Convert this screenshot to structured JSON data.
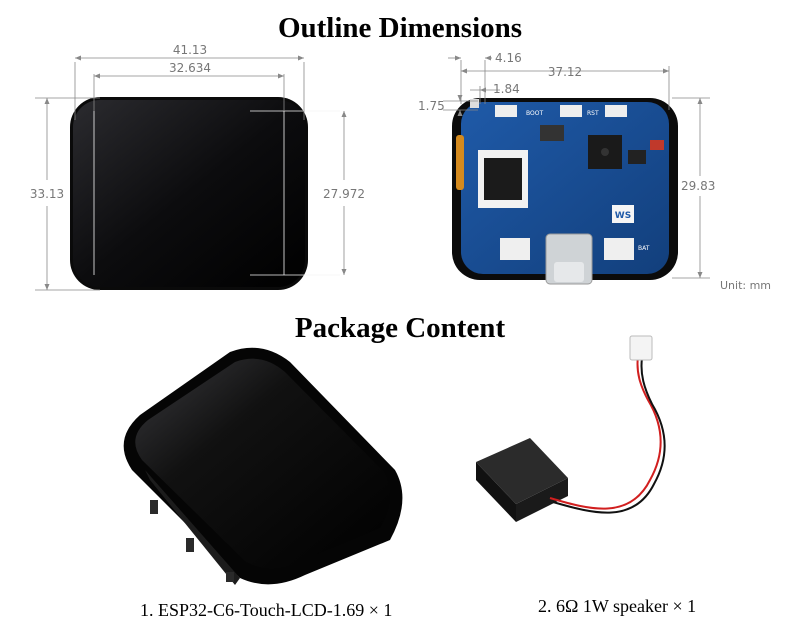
{
  "headings": {
    "outline": "Outline Dimensions",
    "package": "Package Content"
  },
  "dimensions": {
    "front_width_outer": "41.13",
    "front_width_inner": "32.634",
    "front_height_outer": "33.13",
    "front_height_inner": "27.972",
    "back_offset_a": "4.16",
    "back_width": "37.12",
    "back_offset_b": "1.84",
    "back_offset_v": "1.75",
    "back_height": "29.83",
    "unit": "Unit: mm"
  },
  "board_labels": {
    "boot": "BOOT",
    "rst": "RST",
    "bat": "BAT",
    "logo": "WS"
  },
  "package_items": [
    {
      "caption": "1. ESP32-C6-Touch-LCD-1.69 × 1"
    },
    {
      "caption": "2. 6Ω 1W speaker × 1"
    }
  ]
}
